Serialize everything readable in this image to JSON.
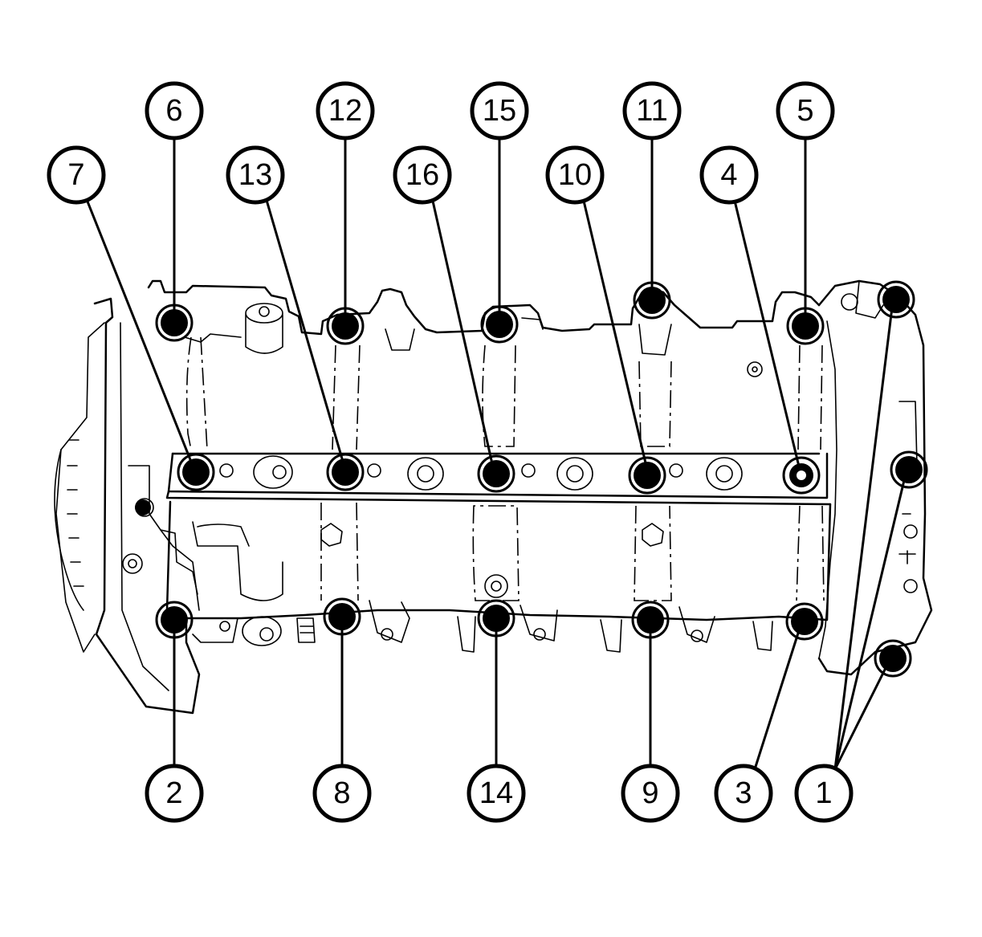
{
  "callouts": [
    {
      "id": "6",
      "label": "6"
    },
    {
      "id": "12",
      "label": "12"
    },
    {
      "id": "15",
      "label": "15"
    },
    {
      "id": "11",
      "label": "11"
    },
    {
      "id": "5",
      "label": "5"
    },
    {
      "id": "7",
      "label": "7"
    },
    {
      "id": "13",
      "label": "13"
    },
    {
      "id": "16",
      "label": "16"
    },
    {
      "id": "10",
      "label": "10"
    },
    {
      "id": "4",
      "label": "4"
    },
    {
      "id": "2",
      "label": "2"
    },
    {
      "id": "8",
      "label": "8"
    },
    {
      "id": "14",
      "label": "14"
    },
    {
      "id": "9",
      "label": "9"
    },
    {
      "id": "3",
      "label": "3"
    },
    {
      "id": "1",
      "label": "1"
    }
  ],
  "colors": {
    "line": "#000000",
    "background": "#ffffff"
  }
}
